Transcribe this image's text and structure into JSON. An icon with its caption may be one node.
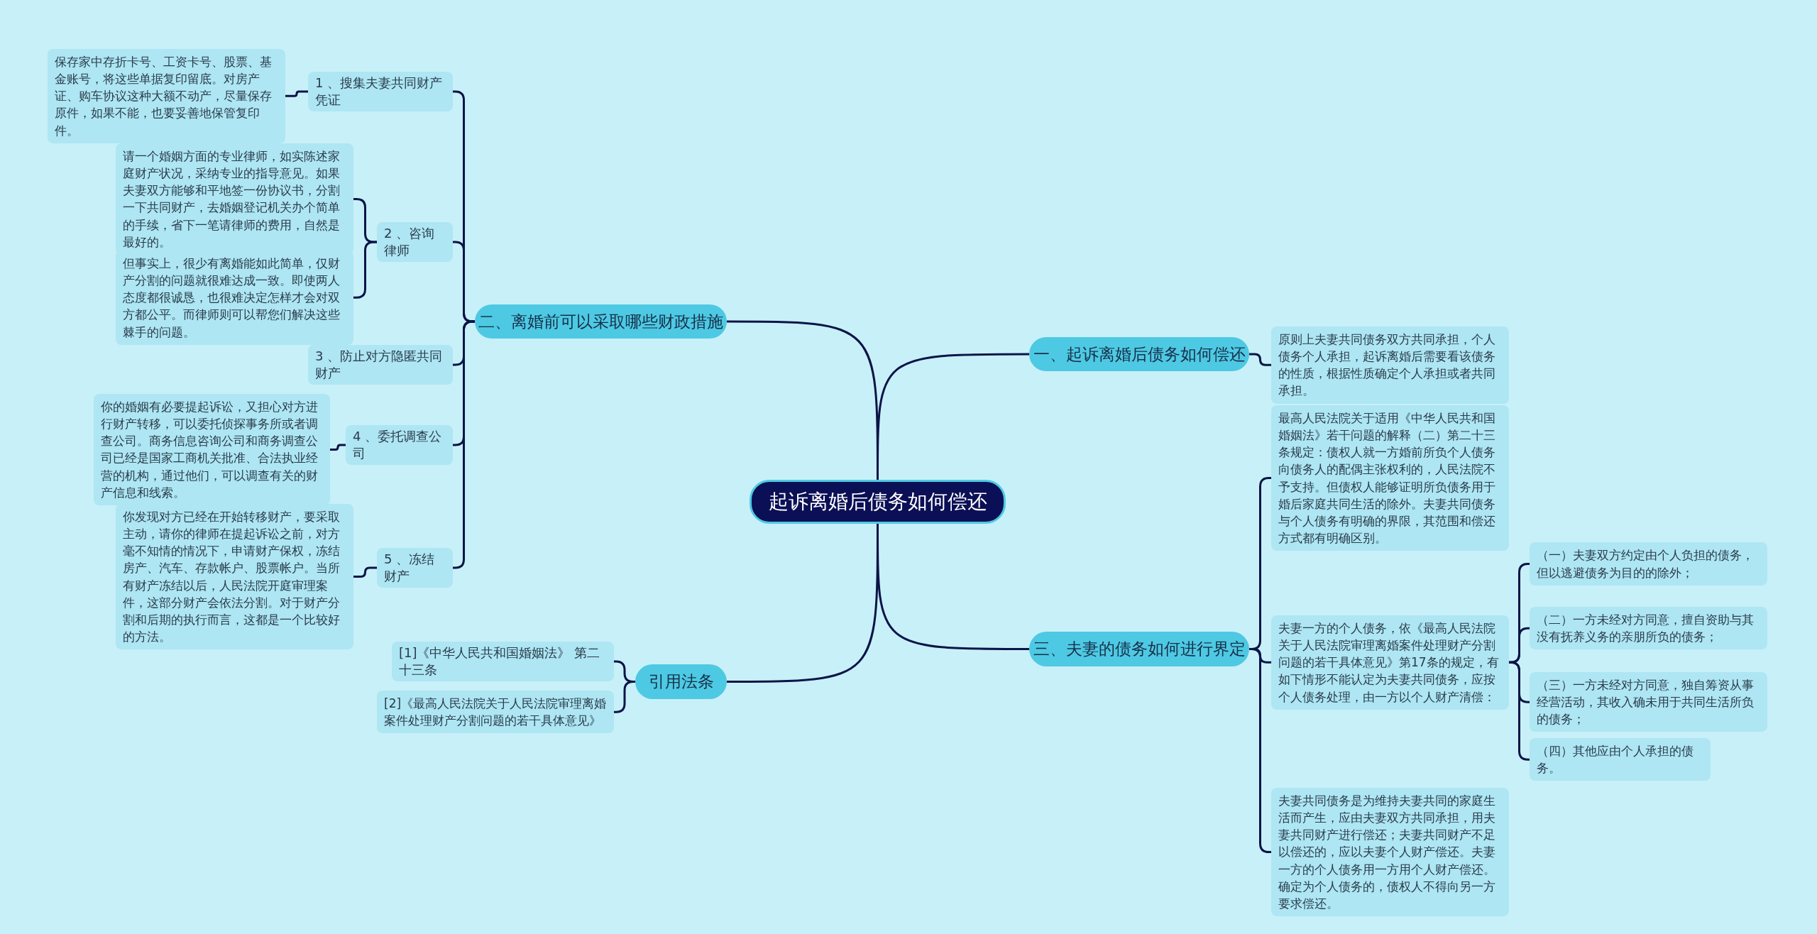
{
  "diagram": {
    "nodes": [
      {
        "text": [
          "起诉离婚后债务如何偿还"
        ]
      },
      {
        "text": [
          "一、起诉离婚后债务如何偿还"
        ]
      },
      {
        "text": [
          "原则上夫妻共同债务双方共同承担，个人债务个人承担，起诉离婚后需要看该债务的性质，根据性质确定个人承担或者共同承担。"
        ]
      },
      {
        "text": [
          "最高人民法院关于适用《中华人民共和国婚姻法》若干问题的解释（二）第二十三条规定：债权人就一方婚前所负个人债务向债务人的配偶主张权利的，人民法院不予支持。但债权人能够证明所负债务用于婚后家庭共同生活的除外。夫妻共同债务与个人债务有明确的界限，其范围和偿还方式都有明确区别。"
        ]
      },
      {
        "text": [
          "三、夫妻的债务如何进行界定"
        ]
      },
      {
        "text": [
          "夫妻一方的个人债务，依《最高人民法院关于人民法院审理离婚案件处理财产分割问题的若干具体意见》第17条的规定，有如下情形不能认定为夫妻共同债务，应按个人债务处理，由一方以个人财产清偿："
        ]
      },
      {
        "text": [
          "（一）夫妻双方约定由个人负担的债务，但以逃避债务为目的的除外；"
        ]
      },
      {
        "text": [
          "（二）一方未经对方同意，擅自资助与其没有抚养义务的亲朋所负的债务；"
        ]
      },
      {
        "text": [
          "（三）一方未经对方同意，独自筹资从事经营活动，其收入确未用于共同生活所负的债务；"
        ]
      },
      {
        "text": [
          "（四）其他应由个人承担的债务。"
        ]
      },
      {
        "text": [
          "夫妻共同债务是为维持夫妻共同的家庭生活而产生，应由夫妻双方共同承担，用夫妻共同财产进行偿还；夫妻共同财产不足以偿还的，应以夫妻个人财产偿还。夫妻一方的个人债务用一方用个人财产偿还。确定为个人债务的，债权人不得向另一方要求偿还。"
        ]
      },
      {
        "text": [
          "二、离婚前可以采取哪些财政措施"
        ]
      },
      {
        "text": [
          "1 、搜集夫妻共同财产凭证"
        ]
      },
      {
        "text": [
          "保存家中存折卡号、工资卡号、股票、基金账号，将这些单据复印留底。对房产证、购车协议这种大额不动产，尽量保存原件，如果不能，也要妥善地保管复印件。"
        ]
      },
      {
        "text": [
          "2 、咨询律师"
        ]
      },
      {
        "text": [
          "请一个婚姻方面的专业律师，如实陈述家庭财产状况，采纳专业的指导意见。如果夫妻双方能够和平地签一份协议书，分割一下共同财产，去婚姻登记机关办个简单的手续，省下一笔请律师的费用，自然是最好的。"
        ]
      },
      {
        "text": [
          "但事实上，很少有离婚能如此简单，仅财产分割的问题就很难达成一致。即使两人态度都很诚恳，也很难决定怎样才会对双方都公平。而律师则可以帮您们解决这些棘手的问题。"
        ]
      },
      {
        "text": [
          "3 、防止对方隐匿共同财产"
        ]
      },
      {
        "text": [
          "4 、委托调查公司"
        ]
      },
      {
        "text": [
          "你的婚姻有必要提起诉讼，又担心对方进行财产转移，可以委托侦探事务所或者调查公司。商务信息咨询公司和商务调查公司已经是国家工商机关批准、合法执业经营的机构，通过他们，可以调查有关的财产信息和线索。"
        ]
      },
      {
        "text": [
          "5 、冻结财产"
        ]
      },
      {
        "text": [
          "你发现对方已经在开始转移财产，要采取主动，请你的律师在提起诉讼之前，对方毫不知情的情况下，申请财产保权，冻结房产、汽车、存款帐户、股票帐户。当所有财产冻结以后，人民法院开庭审理案件，这部分财产会依法分割。对于财产分割和后期的执行而言，这都是一个比较好的方法。"
        ]
      },
      {
        "text": [
          "引用法条"
        ]
      },
      {
        "text": [
          "[1]《中华人民共和国婚姻法》 第二十三条"
        ]
      },
      {
        "text": [
          "[2]《最高人民法院关于人民法院审理离婚案件处理财产分割问题的若干具体意见》"
        ]
      }
    ],
    "edges": [
      {
        "from": 0,
        "to": 1,
        "arrow": "none"
      },
      {
        "from": 1,
        "to": 2,
        "arrow": "none"
      },
      {
        "from": 0,
        "to": 4,
        "arrow": "none"
      },
      {
        "from": 4,
        "to": 3,
        "arrow": "none"
      },
      {
        "from": 4,
        "to": 5,
        "arrow": "none"
      },
      {
        "from": 4,
        "to": 10,
        "arrow": "none"
      },
      {
        "from": 5,
        "to": 6,
        "arrow": "none"
      },
      {
        "from": 5,
        "to": 7,
        "arrow": "none"
      },
      {
        "from": 5,
        "to": 8,
        "arrow": "none"
      },
      {
        "from": 5,
        "to": 9,
        "arrow": "none"
      },
      {
        "from": 0,
        "to": 11,
        "arrow": "none"
      },
      {
        "from": 11,
        "to": 12,
        "arrow": "none"
      },
      {
        "from": 12,
        "to": 13,
        "arrow": "none"
      },
      {
        "from": 11,
        "to": 14,
        "arrow": "none"
      },
      {
        "from": 14,
        "to": 15,
        "arrow": "none"
      },
      {
        "from": 14,
        "to": 16,
        "arrow": "none"
      },
      {
        "from": 11,
        "to": 17,
        "arrow": "none"
      },
      {
        "from": 11,
        "to": 18,
        "arrow": "none"
      },
      {
        "from": 18,
        "to": 19,
        "arrow": "none"
      },
      {
        "from": 11,
        "to": 20,
        "arrow": "none"
      },
      {
        "from": 20,
        "to": 21,
        "arrow": "none"
      },
      {
        "from": 0,
        "to": 22,
        "arrow": "none"
      },
      {
        "from": 22,
        "to": 23,
        "arrow": "none"
      },
      {
        "from": 22,
        "to": 24,
        "arrow": "none"
      }
    ]
  }
}
